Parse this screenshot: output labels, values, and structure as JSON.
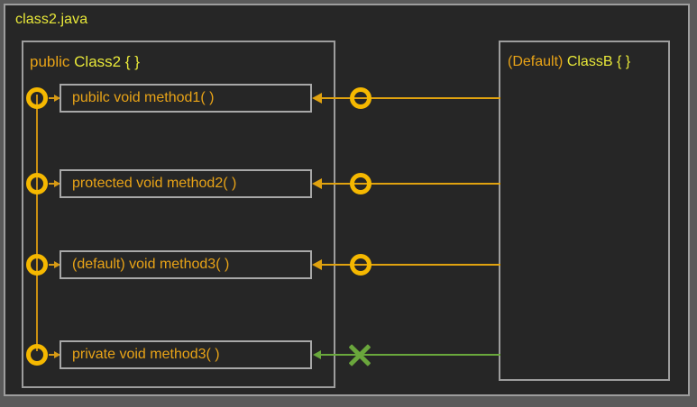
{
  "window": {
    "file_title": "class2.java",
    "background_color": "#262626",
    "frame_color": "#9d9d9d"
  },
  "colors": {
    "accent_orange": "#e8a317",
    "accent_yellow": "#e8e839",
    "connector_orange": "#f5b800",
    "blocked_green": "#6aa63c",
    "box_border": "#a8a8a8"
  },
  "left_class": {
    "modifier": "public",
    "name": "Class2 { }",
    "methods": [
      {
        "label": "pubilc void method1( )",
        "access": "allowed"
      },
      {
        "label": "protected void method2( )",
        "access": "allowed"
      },
      {
        "label": "(default) void method3( )",
        "access": "allowed"
      },
      {
        "label": "private void method3( )",
        "access": "blocked"
      }
    ]
  },
  "right_class": {
    "modifier": "(Default)",
    "name": "ClassB { }"
  }
}
